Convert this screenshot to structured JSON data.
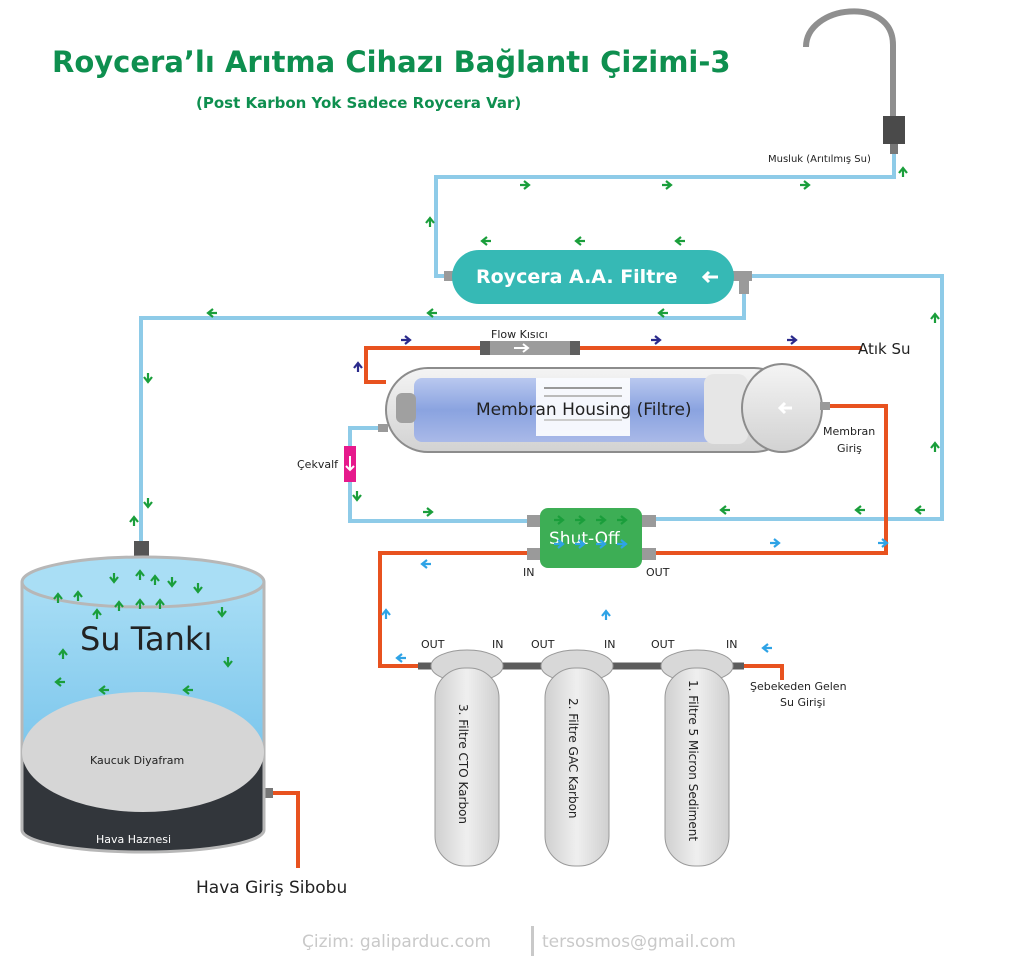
{
  "title": "Roycera’lı Arıtma Cihazı Bağlantı Çizimi-3",
  "subtitle": "(Post Karbon Yok Sadece Roycera Var)",
  "faucet_label": "Musluk (Arıtılmış Su)",
  "roycera_label": "Roycera A.A. Filtre",
  "flow_restrictor_label": "Flow Kısıcı",
  "waste_label": "Atık Su",
  "membrane_label": "Membran Housing (Filtre)",
  "membrane_inlet_label": [
    "Membran",
    "Giriş"
  ],
  "check_valve_label": "Çekvalf",
  "shutoff_label": "Shut-Off",
  "shutoff_in": "IN",
  "shutoff_out": "OUT",
  "tank_label": "Su Tankı",
  "diaphragm_label": "Kaucuk Diyafram",
  "air_chamber_label": "Hava Haznesi",
  "air_valve_label": "Hava Giriş Sibobu",
  "mains_label": [
    "Şebekeden Gelen",
    "Su Girişi"
  ],
  "filters": [
    {
      "name": "3. Filtre CTO Karbon",
      "out": "OUT",
      "in": "IN"
    },
    {
      "name": "2. Filtre GAC Karbon",
      "out": "OUT",
      "in": "IN"
    },
    {
      "name": "1. Filtre 5 Micron Sediment",
      "out": "OUT",
      "in": "IN"
    }
  ],
  "footer": {
    "left": "Çizim: galiparduc.com",
    "right": "tersosmos@gmail.com"
  },
  "colors": {
    "title": "#0e8f4f",
    "clean_pipe": "#8ecbe8",
    "raw_pipe": "#e8521f",
    "roycera": "#36b9b5",
    "shutoff": "#3dae55",
    "tank_water": "#8fd0ef",
    "check_valve": "#e6198c"
  }
}
